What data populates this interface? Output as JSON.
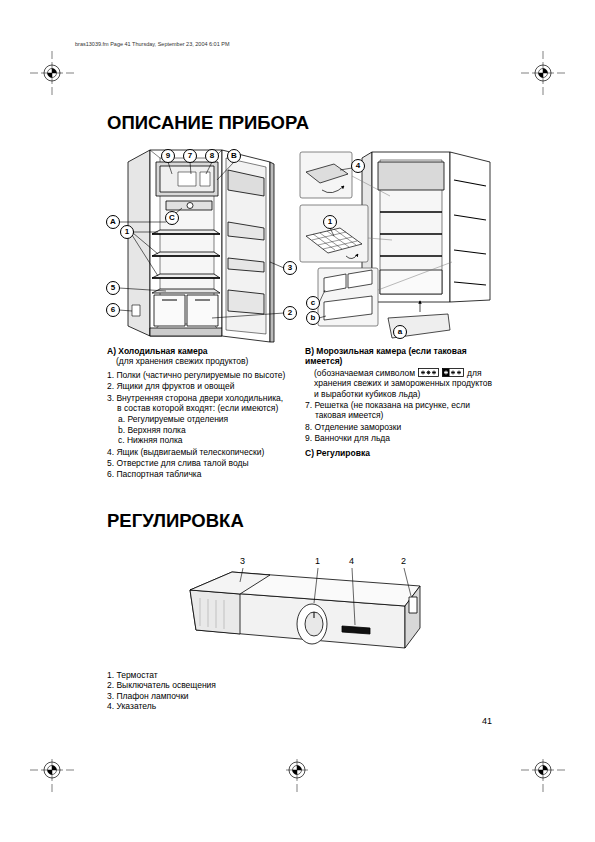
{
  "diagram": {
    "title": "ОПИСАНИЕ ПРИБОРА",
    "nodes": [
      {
        "text": [
          "9"
        ]
      },
      {
        "text": [
          "7"
        ]
      },
      {
        "text": [
          "8"
        ]
      },
      {
        "text": [
          "B"
        ]
      },
      {
        "text": [
          "4"
        ]
      },
      {
        "text": [
          "A"
        ]
      },
      {
        "text": [
          "C"
        ]
      },
      {
        "text": [
          "1"
        ]
      },
      {
        "text": [
          "1"
        ]
      },
      {
        "text": [
          "3"
        ]
      },
      {
        "text": [
          "5"
        ]
      },
      {
        "text": [
          "c"
        ]
      },
      {
        "text": [
          "6"
        ]
      },
      {
        "text": [
          "2"
        ]
      },
      {
        "text": [
          "b"
        ]
      },
      {
        "text": [
          "a"
        ]
      }
    ],
    "labels": [
      "bras13039.fm Page 41 Thursday, September 23, 2004 6:01 PM",
      "A) Холодильная камера",
      "(для хранения свежих продуктов)",
      "1. Полки (частично регулируемые по высоте)",
      "2. Ящики для фруктов и овощей",
      "3. Внутренняя сторона двери холодильника, в состав которой входят: (если имеются)",
      "a. Регулируемые отделения",
      "b. Верхняя полка",
      "c. Нижняя полка",
      "4. Ящик (выдвигаемый телескопически)",
      "5. Отверстие для слива талой воды",
      "6. Паспортная табличка",
      "B) Морозильная камера (если таковая имеется)",
      "(обозначаемая символом",
      "для хранения свежих и замороженных продуктов и выработки кубиков льда)",
      "7. Решетка (не показана на рисунке, если таковая имеется)",
      "8. Отделение заморозки",
      "9. Ванночки для льда",
      "C) Регулировка",
      "РЕГУЛИРОВКА",
      "3",
      "1",
      "4",
      "2",
      "1. Термостат",
      "2. Выключатель освещения",
      "3. Плафон лампочки",
      "4. Указатель",
      "41"
    ]
  }
}
